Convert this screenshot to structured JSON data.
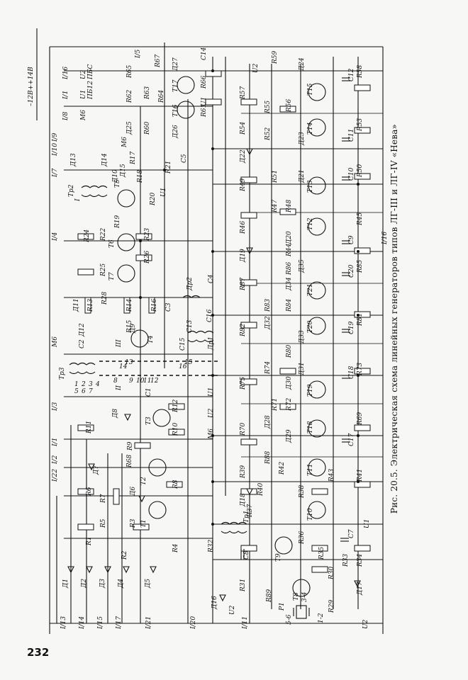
{
  "page_number": "232",
  "caption": "Рис. 20.5. Электрическая схема линейных генераторов типов ЛГ-III и ЛГ-IV «Нева»",
  "supply_label": "–12В++14В",
  "left_bus_labels": [
    "I/13",
    "I/14",
    "I/15",
    "I/17",
    "I/21",
    "I/20",
    "I/11",
    "U2"
  ],
  "top_bus_labels": [
    "I/16",
    "I/1",
    "I/8",
    "I/9",
    "I/10",
    "I/5",
    "I/7",
    "I/4",
    "I/3",
    "I/1",
    "I/2",
    "I/22"
  ],
  "mb_labels": [
    "М6",
    "М6",
    "М6"
  ],
  "pbs_labels": [
    "U2",
    "ПБС",
    "U1",
    "ПБ12",
    "М6"
  ],
  "output_labels": [
    "U1",
    "U2",
    "U1",
    "U2",
    "U1",
    "U2",
    "U1",
    "I/16"
  ],
  "transformer_labels": [
    "Тр1",
    "Тр2",
    "Тр3",
    "Др1",
    "Др2"
  ],
  "winding_labels": [
    "I",
    "II",
    "III"
  ],
  "transistors": [
    "Т1",
    "Т2",
    "Т3",
    "Т4",
    "Т5",
    "Т6",
    "Т7",
    "Т8",
    "Т9",
    "Т10",
    "Т11",
    "Т12",
    "Т13",
    "Т14",
    "Т15",
    "Т16",
    "Т17",
    "Т18",
    "Т19",
    "Т20",
    "Т21"
  ],
  "diodes": [
    "Д1",
    "Д2",
    "Д3",
    "Д4",
    "Д5",
    "Д6",
    "Д7",
    "Д8",
    "Д9",
    "Д10",
    "Д11",
    "Д12",
    "Д13",
    "Д14",
    "Д15",
    "Д16",
    "Д17",
    "Д18",
    "Д19",
    "Д20",
    "Д21",
    "Д22",
    "Д23",
    "Д24",
    "Д25",
    "Д26",
    "Д27",
    "Д28",
    "Д29",
    "Д30",
    "Д31",
    "Д32",
    "Д33",
    "Д34",
    "Д35"
  ],
  "resistors_left": [
    "R1",
    "R2",
    "R3",
    "R4",
    "R5",
    "R6",
    "R7",
    "R8",
    "R9",
    "R10",
    "R11",
    "R12",
    "R13",
    "R14",
    "R15",
    "R16",
    "R17",
    "R18",
    "R19",
    "R20",
    "R21",
    "R22",
    "R23",
    "R24",
    "R25",
    "R26",
    "R28",
    "R29",
    "R30",
    "R31",
    "R32",
    "R33",
    "R34",
    "R35",
    "R36",
    "R37",
    "R38",
    "R39",
    "R40",
    "R41",
    "R42",
    "R43"
  ],
  "resistors_right": [
    "R44",
    "R45",
    "R46",
    "R47",
    "R48",
    "R49",
    "R50",
    "R51",
    "R52",
    "R53",
    "R54",
    "R55",
    "R56",
    "R57",
    "R58",
    "R59",
    "R60",
    "R61",
    "R62",
    "R63",
    "R64",
    "R65",
    "R66",
    "R67",
    "R68",
    "R69",
    "R70",
    "R71",
    "R72",
    "R73",
    "R74",
    "R75",
    "R80",
    "R81",
    "R82",
    "R83",
    "R84",
    "R85",
    "R86",
    "R87",
    "R88",
    "R89"
  ],
  "capacitors": [
    "С1",
    "С2",
    "С3",
    "С4",
    "С5",
    "С7",
    "С8",
    "С9",
    "С10",
    "С11",
    "С12",
    "С13",
    "С14",
    "С15",
    "С16",
    "С17",
    "С18",
    "С19",
    "С20"
  ],
  "quartz_label": "Р1",
  "pin_labels": [
    "1",
    "2",
    "3",
    "4",
    "5",
    "6",
    "7",
    "8",
    "9",
    "10",
    "11",
    "12",
    "13",
    "14",
    "15",
    "16"
  ],
  "misc_labels": [
    "5-6",
    "1-2",
    "3-4"
  ]
}
